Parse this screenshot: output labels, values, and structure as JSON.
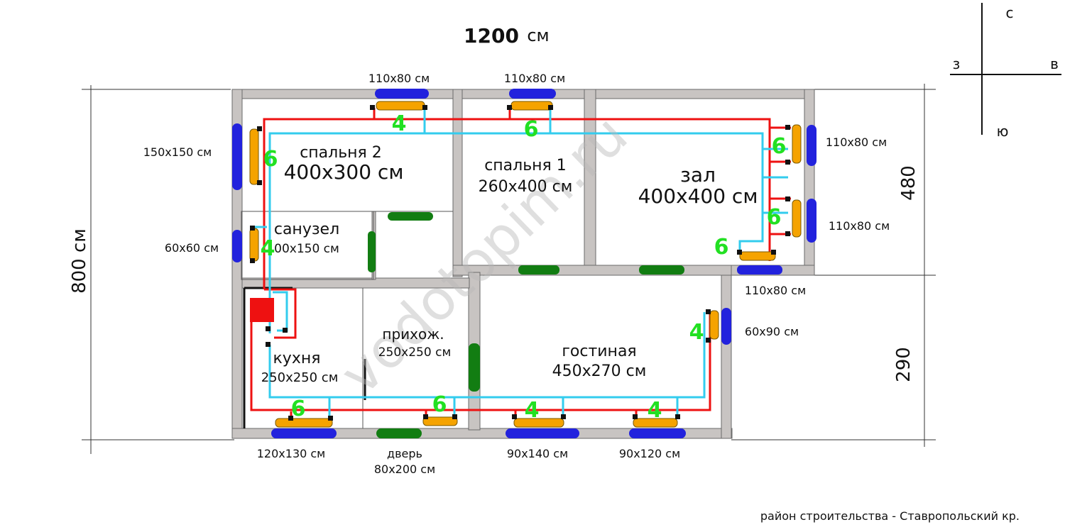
{
  "dimensions": {
    "total_width": "1200",
    "total_width_unit": "см",
    "total_height": "800 см",
    "upper_height": "480",
    "lower_height": "290"
  },
  "compass": {
    "north": "с",
    "south": "ю",
    "west": "з",
    "east": "в"
  },
  "rooms": {
    "bedroom2": {
      "name": "спальня 2",
      "size": "400x300 см"
    },
    "bedroom1": {
      "name": "спальня 1",
      "size": "260x400 см"
    },
    "hall": {
      "name": "зал",
      "size": "400x400 см"
    },
    "bathroom": {
      "name": "санузел",
      "size": "00x150 см"
    },
    "hallway": {
      "name": "прихож.",
      "size": "250x250 см"
    },
    "kitchen": {
      "name": "кухня",
      "size": "250x250 см"
    },
    "living": {
      "name": "гостиная",
      "size": "450x270 см"
    }
  },
  "windows": {
    "top_left": "110x80 см",
    "top_right": "110x80 см",
    "west_bedroom2": "150x150 см",
    "west_bathroom": "60x60 см",
    "east_upper": "110x80 см",
    "east_lower": "110x80 см",
    "hall_bottom": "110x80 см",
    "living_east": "60x90 см",
    "kitchen_bottom": "120x130 см",
    "door": "дверь",
    "door_size": "80x200 см",
    "living_bottom_left": "90x140 см",
    "living_bottom_right": "90x120 см"
  },
  "radiator_sections": {
    "bedroom2_top": "4",
    "bedroom2_west": "6",
    "bedroom1_top": "6",
    "hall_east_upper": "6",
    "hall_east_lower": "6",
    "hall_bottom": "6",
    "bathroom": "4",
    "living_east": "4",
    "kitchen_bottom": "6",
    "hallway_bottom": "6",
    "living_bottom_left": "4",
    "living_bottom_right": "4"
  },
  "watermark": "vodotopim.ru",
  "footer": "район строительства - Ставропольский кр.",
  "colors": {
    "wall": "#c8c4c2",
    "window": "#2222dd",
    "door": "#127d12",
    "radiator": "#f5a300",
    "supply_pipe": "#ee1111",
    "return_pipe": "#33ccee",
    "boiler": "#ee1111",
    "section_number": "#22e022"
  }
}
